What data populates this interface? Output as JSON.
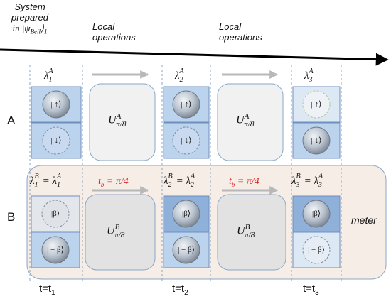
{
  "header": {
    "system_line1": "System",
    "system_line2": "prepared",
    "system_line3": "in |ψBell⟩1",
    "local_ops_1_line1": "Local",
    "local_ops_1_line2": "operations",
    "local_ops_2_line1": "Local",
    "local_ops_2_line2": "operations"
  },
  "rows": {
    "a_label": "A",
    "b_label": "B"
  },
  "lambda_a": [
    "λ1A",
    "λ2A",
    "λ3A"
  ],
  "lambda_b": [
    "λ1B = λ1A",
    "λ2B= λ2A",
    "λ3B= λ3A"
  ],
  "tb_labels": [
    "tb = π/4",
    "tb = π/4"
  ],
  "operators": {
    "a": "UAπ/8",
    "b": "UBπ/8"
  },
  "states_a": {
    "up": "| ↑⟩",
    "down": "| ↓⟩"
  },
  "states_b": {
    "beta": "|β⟩",
    "minus_beta": "| − β⟩"
  },
  "meter_label": "meter",
  "time_labels": [
    "t=t1",
    "t=t2",
    "t=t3"
  ],
  "colors": {
    "arrow": "#000000",
    "blue_box": "#bcd3ee",
    "blue_box_dark": "#8fb0d8",
    "grey_box": "#f0f0f0",
    "meter_bg": "#f5ede6",
    "meter_border": "#8aa6c8",
    "highlight": "#d9262a",
    "dashed_line": "#8aa6c8"
  }
}
